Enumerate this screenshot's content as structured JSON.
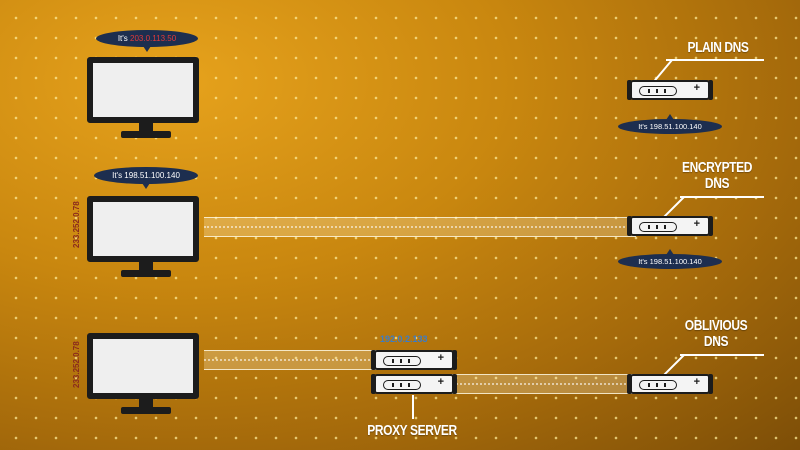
{
  "rows": {
    "plain": {
      "bubble_prefix": "It's ",
      "bubble_value": "203.0.113.50",
      "label": "PLAIN DNS",
      "response": "It's 198.51.100.140"
    },
    "encrypted": {
      "bubble": "It's 198.51.100.140",
      "client_ip": "233.252.0.78",
      "label_line1": "ENCRYPTED",
      "label_line2": "DNS",
      "response": "It's 198.51.100.140"
    },
    "oblivious": {
      "client_ip": "233.252.0.78",
      "proxy_ip": "192.0.2.133",
      "label_line1": "OBLIVIOUS",
      "label_line2": "DNS",
      "proxy_label": "PROXY SERVER"
    }
  },
  "colors": {
    "background": "#c9870f",
    "bubble": "#1d2e4f",
    "highlight_ip": "#e03a3a",
    "proxy_ip": "#3b7cc7"
  }
}
